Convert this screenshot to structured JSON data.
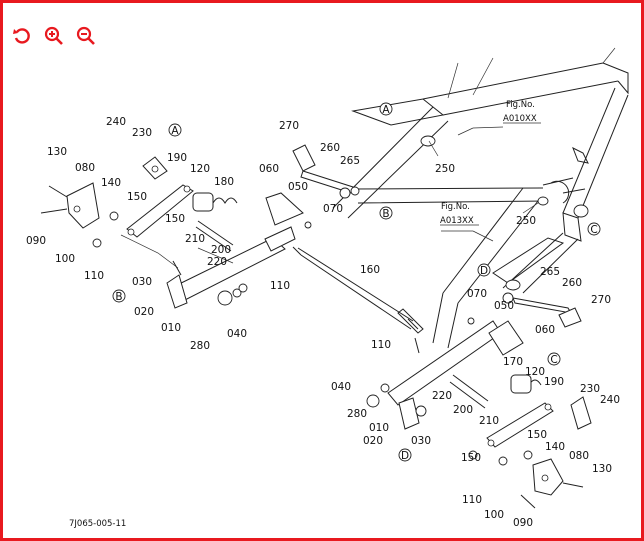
{
  "toolbar": {
    "buttons": [
      {
        "name": "rotate-button",
        "icon": "rotate-ccw-icon"
      },
      {
        "name": "zoom-in-button",
        "icon": "zoom-in-icon"
      },
      {
        "name": "zoom-out-button",
        "icon": "zoom-out-icon"
      }
    ],
    "accent_color": "#e8191f"
  },
  "diagram": {
    "figure_code": "7J065-005-11",
    "fig_refs": [
      {
        "line1": "Fig.No.",
        "line2": "A010XX"
      },
      {
        "line1": "Fig.No.",
        "line2": "A013XX"
      }
    ],
    "circle_letters": [
      "A",
      "B",
      "C",
      "D"
    ],
    "part_numbers": [
      "010",
      "020",
      "030",
      "040",
      "050",
      "060",
      "070",
      "080",
      "090",
      "100",
      "110",
      "120",
      "130",
      "140",
      "150",
      "160",
      "170",
      "180",
      "190",
      "200",
      "210",
      "220",
      "230",
      "240",
      "250",
      "260",
      "265",
      "270",
      "280"
    ]
  }
}
